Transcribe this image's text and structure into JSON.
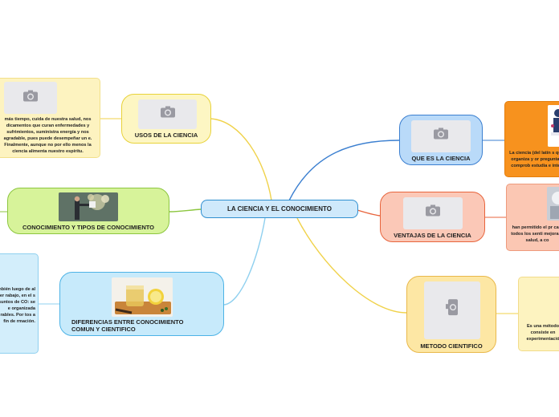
{
  "center": {
    "label": "LA CIENCIA Y EL CONOCIMIENTO"
  },
  "branches": {
    "usos": {
      "label": "USOS DE LA CIENCIA"
    },
    "conocimiento": {
      "label": "CONOCIMIENTO Y TIPOS DE CONOCIMIENTO"
    },
    "diferencias": {
      "label": "DIFERENCIAS ENTRE CONOCIMIENTO COMUN Y CIENTIFICO"
    },
    "que_es": {
      "label": "QUE ES LA CIENCIA"
    },
    "ventajas": {
      "label": "VENTAJAS DE LA CIENCIA"
    },
    "metodo": {
      "label": "METODO CIENTIFICO"
    }
  },
  "notes": {
    "usos": "más tiempo, cuida de nuestra salud, nos dicamentos que curan enfermedades y sufrimientos, suministra energía y nos agradable, pues puede desempeñar un e. Finalmente, aunque no por ello menos la ciencia alimenta nuestro espíritu.",
    "diferencias": "mbién luego de al ser rabajo, en el s asuntos de CO: se e organizada rables. Por tos a fin de rmación.",
    "que_es": "La ciencia (del latín s que organiza y or preguntas comprob estudia e inter",
    "ventajas": "han permitido el pr casi todos los senti mejora la salud, a co",
    "metodo": "Es una método consiste en experimentació"
  },
  "colors": {
    "center_fill": "#cfe9fb",
    "center_border": "#2f8fd0",
    "usos_fill": "#fdf6c3",
    "usos_border": "#e8d23a",
    "link_yellow": "#f0d24a",
    "conocimiento_fill": "#d7f39a",
    "conocimiento_border": "#8cc63f",
    "link_green": "#8cc63f",
    "diferencias_fill": "#c7eafb",
    "diferencias_border": "#4db3e6",
    "link_blue_light": "#8fd0ef",
    "que_es_fill": "#b9daf9",
    "que_es_border": "#3b7fd0",
    "link_blue": "#3b7fd0",
    "ventajas_fill": "#fbc8b7",
    "ventajas_border": "#e8643c",
    "link_orange": "#e8643c",
    "metodo_fill": "#fde7a4",
    "metodo_border": "#e9b84a",
    "note_orange": "#f7921e",
    "note_salmon": "#fbc7b3",
    "note_yellow": "#fdf3c0",
    "note_blue": "#d3eefb"
  },
  "icons": {
    "image_placeholder": "camera-icon"
  }
}
